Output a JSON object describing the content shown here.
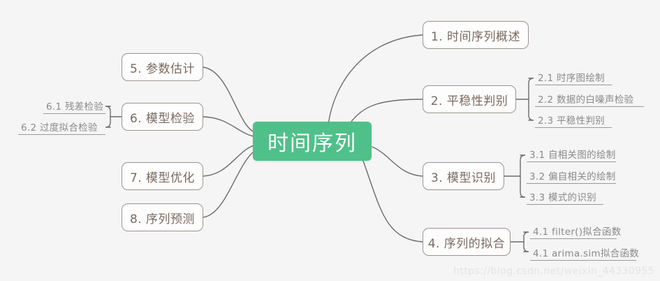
{
  "diagram": {
    "title": "时间序列",
    "type": "mindmap",
    "background_color": "#f5f5f5",
    "central_node": {
      "label": "时间序列",
      "fill_color": "#50c08a",
      "text_color": "#ffffff"
    },
    "branch_style": {
      "fill_color": "#fdfdfd",
      "border_color": "#9c948e",
      "text_color": "#7a6a5f"
    },
    "leaf_style": {
      "text_color": "#8a8a8a",
      "underline_color": "#9a9a9a"
    },
    "right_branches": [
      {
        "label": "1. 时间序列概述",
        "children": []
      },
      {
        "label": "2. 平稳性判别",
        "children": [
          "2.1 时序图绘制",
          "2.2 数据的白噪声检验",
          "2.3 平稳性判别"
        ]
      },
      {
        "label": "3. 模型识别",
        "children": [
          "3.1 自相关图的绘制",
          "3.2 偏自相关的绘制",
          "3.3 模式的识别"
        ]
      },
      {
        "label": "4. 序列的拟合",
        "children": [
          "4.1 filter()拟合函数",
          "4.1 arima.sim拟合函数"
        ]
      }
    ],
    "left_branches": [
      {
        "label": "5. 参数估计",
        "children": []
      },
      {
        "label": "6. 模型检验",
        "children": [
          "6.1 残差检验",
          "6.2 过度拟合检验"
        ]
      },
      {
        "label": "7. 模型优化",
        "children": []
      },
      {
        "label": "8. 序列预测",
        "children": []
      }
    ],
    "watermark": "https://blog.csdn.net/weixin_44330955"
  }
}
